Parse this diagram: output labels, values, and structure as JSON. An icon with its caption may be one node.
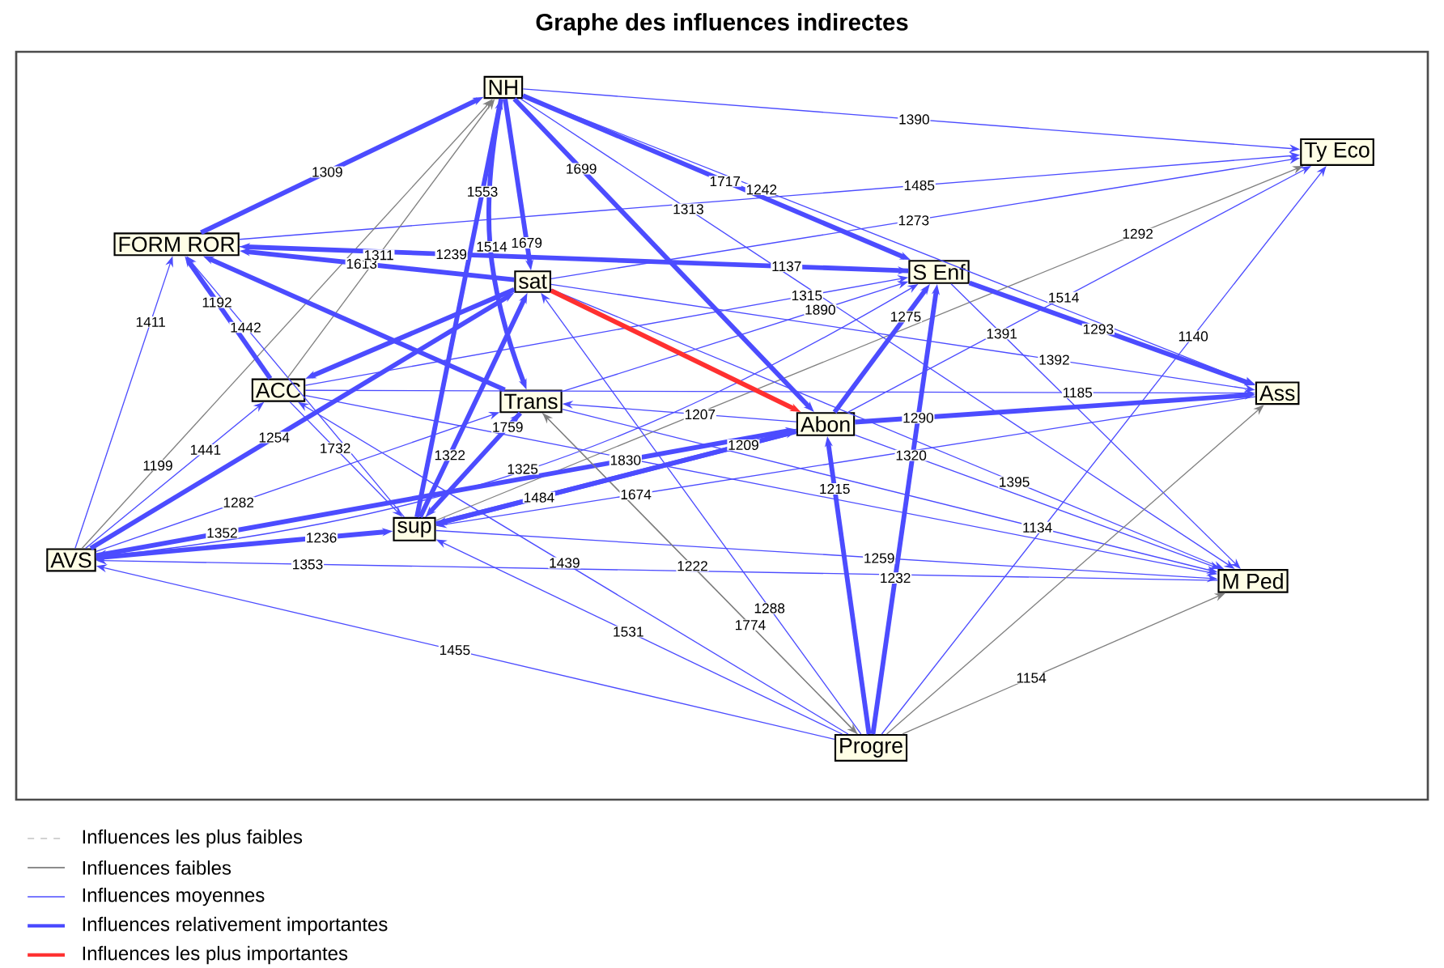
{
  "diagram": {
    "title": "Graphe des influences indirectes",
    "nodes": [
      {
        "text": [
          "NH"
        ]
      },
      {
        "text": [
          "Ty Eco"
        ]
      },
      {
        "text": [
          "FORM ROR"
        ]
      },
      {
        "text": [
          "sat"
        ]
      },
      {
        "text": [
          "S Enf"
        ]
      },
      {
        "text": [
          "ACC"
        ]
      },
      {
        "text": [
          "Trans"
        ]
      },
      {
        "text": [
          "Ass"
        ]
      },
      {
        "text": [
          "Abon"
        ]
      },
      {
        "text": [
          "sup"
        ]
      },
      {
        "text": [
          "AVS"
        ]
      },
      {
        "text": [
          "M Ped"
        ]
      },
      {
        "text": [
          "Progre"
        ]
      }
    ],
    "edges": [
      {
        "from": 0,
        "to": 1,
        "arrow": "to",
        "label": "1390"
      },
      {
        "from": 2,
        "to": 0,
        "arrow": "to",
        "label": "1309",
        "style": "thick"
      },
      {
        "from": 0,
        "to": 4,
        "arrow": "to",
        "label": "1717",
        "style": "thick"
      },
      {
        "from": 0,
        "to": 7,
        "arrow": "to",
        "label": "1242"
      },
      {
        "from": 2,
        "to": 1,
        "arrow": "to",
        "label": "1485"
      },
      {
        "from": 3,
        "to": 1,
        "arrow": "to",
        "label": "1273"
      },
      {
        "from": 9,
        "to": 1,
        "arrow": "to",
        "label": "1292",
        "color": "#808080"
      },
      {
        "from": 8,
        "to": 1,
        "arrow": "to",
        "label": "1514"
      },
      {
        "from": 12,
        "to": 1,
        "arrow": "to",
        "label": "1140"
      },
      {
        "from": 4,
        "to": 7,
        "arrow": "to",
        "label": "1293",
        "style": "thick"
      },
      {
        "from": 3,
        "to": 7,
        "arrow": "to",
        "label": "1392"
      },
      {
        "from": 5,
        "to": 7,
        "arrow": "to",
        "label": "1185"
      },
      {
        "from": 3,
        "to": 11,
        "arrow": "to",
        "label": "1395"
      },
      {
        "from": 6,
        "to": 11,
        "arrow": "to",
        "label": "1134"
      },
      {
        "from": 12,
        "to": 11,
        "arrow": "to",
        "label": "1154",
        "color": "#808080"
      },
      {
        "from": 12,
        "to": 10,
        "arrow": "to",
        "label": "1455"
      },
      {
        "from": 11,
        "to": 10,
        "arrow": "to",
        "label": "1353"
      },
      {
        "from": 12,
        "to": 9,
        "arrow": "to",
        "label": "1531"
      },
      {
        "from": 12,
        "to": 5,
        "arrow": "to",
        "label": "1439"
      },
      {
        "from": 12,
        "to": 4,
        "arrow": "to",
        "label": "1232",
        "style": "thick"
      },
      {
        "from": 12,
        "to": 6,
        "arrow": "to",
        "label": "1774",
        "color": "#808080"
      },
      {
        "from": 12,
        "to": 3,
        "arrow": "to",
        "label": "1288"
      },
      {
        "from": 7,
        "to": 9,
        "arrow": "to",
        "label": "1674"
      },
      {
        "from": 8,
        "to": 10,
        "arrow": "to",
        "label": "1830"
      },
      {
        "from": 10,
        "to": 2,
        "arrow": "to",
        "label": "1411"
      },
      {
        "from": 10,
        "to": 0,
        "arrow": "to",
        "label": "1199",
        "color": "#808080"
      },
      {
        "from": 10,
        "to": 5,
        "arrow": "to",
        "label": "1441"
      },
      {
        "from": 5,
        "to": 2,
        "arrow": "to",
        "label": "1192",
        "style": "thick"
      },
      {
        "from": 9,
        "to": 2,
        "arrow": "to",
        "label": "1442"
      },
      {
        "from": 3,
        "to": 2,
        "arrow": "to",
        "label": "1613",
        "style": "thick"
      },
      {
        "from": 9,
        "to": 0,
        "arrow": "to",
        "label": "1553",
        "style": "thick"
      },
      {
        "from": 5,
        "to": 0,
        "arrow": "to",
        "label": "1311",
        "color": "#808080"
      },
      {
        "from": 10,
        "to": 3,
        "arrow": "to",
        "label": "1254",
        "style": "thick"
      },
      {
        "from": 10,
        "to": 8,
        "arrow": "to",
        "label": "1352",
        "style": "thick"
      },
      {
        "from": 10,
        "to": 6,
        "arrow": "to",
        "label": "1282"
      },
      {
        "from": 10,
        "to": 4,
        "arrow": "to",
        "label": "1325"
      },
      {
        "from": 10,
        "to": 9,
        "arrow": "to",
        "label": "1236",
        "style": "thick"
      },
      {
        "from": 5,
        "to": 9,
        "arrow": "to",
        "label": "1732"
      },
      {
        "from": 0,
        "to": 8,
        "arrow": "to",
        "label": "1699",
        "style": "thick"
      },
      {
        "from": 0,
        "to": 6,
        "arrow": "to",
        "label": "1514",
        "style": "thick"
      },
      {
        "from": 0,
        "to": 3,
        "arrow": "to",
        "label": "1679",
        "style": "thick"
      },
      {
        "from": 0,
        "to": 11,
        "arrow": "to",
        "label": "1313"
      },
      {
        "from": 2,
        "to": 4,
        "arrow": "to",
        "label": "1137"
      },
      {
        "from": 6,
        "to": 4,
        "arrow": "to",
        "label": "1890"
      },
      {
        "from": 8,
        "to": 4,
        "arrow": "to",
        "label": "1275",
        "style": "thick"
      },
      {
        "from": 8,
        "to": 11,
        "arrow": "to",
        "label": "1320"
      },
      {
        "from": 12,
        "to": 8,
        "arrow": "to",
        "label": "1215",
        "style": "thick"
      },
      {
        "from": 9,
        "to": 11,
        "arrow": "to",
        "label": "1259"
      },
      {
        "from": 9,
        "to": 8,
        "arrow": "to",
        "label": "1209",
        "style": "thick"
      },
      {
        "from": 6,
        "to": 12,
        "arrow": "to",
        "label": "1222",
        "color": "#808080"
      },
      {
        "from": 9,
        "to": 3,
        "arrow": "to",
        "label": "1322",
        "style": "thick"
      },
      {
        "from": 8,
        "to": 9,
        "arrow": "to",
        "label": "1484",
        "style": "thick"
      },
      {
        "from": 6,
        "to": 9,
        "arrow": "to",
        "label": "1759",
        "style": "thick"
      },
      {
        "from": 8,
        "to": 6,
        "arrow": "to",
        "label": "1207"
      },
      {
        "from": 5,
        "to": 4,
        "arrow": "to",
        "label": "1315"
      },
      {
        "from": 4,
        "to": 11,
        "arrow": "to",
        "label": "1391"
      },
      {
        "from": 8,
        "to": 7,
        "arrow": "to",
        "label": "1290",
        "style": "thick"
      },
      {
        "from": 3,
        "to": 8,
        "arrow": "to",
        "style": "thick",
        "color": "#ff3030"
      },
      {
        "from": 3,
        "to": 5,
        "arrow": "to",
        "style": "thick"
      },
      {
        "from": 6,
        "to": 2,
        "arrow": "to",
        "style": "thick"
      },
      {
        "from": 4,
        "to": 2,
        "arrow": "to",
        "label": "1239",
        "style": "thick"
      },
      {
        "from": 9,
        "to": 6,
        "arrow": "to"
      },
      {
        "from": 12,
        "to": 7,
        "arrow": "to",
        "color": "#808080"
      },
      {
        "from": 5,
        "to": 11,
        "arrow": "to"
      }
    ],
    "legend": [
      {
        "text": "Influences les plus faibles"
      },
      {
        "text": "Influences faibles"
      },
      {
        "text": "Influences moyennes"
      },
      {
        "text": "Influences relativement importantes"
      },
      {
        "text": "Influences les plus importantes"
      }
    ]
  }
}
